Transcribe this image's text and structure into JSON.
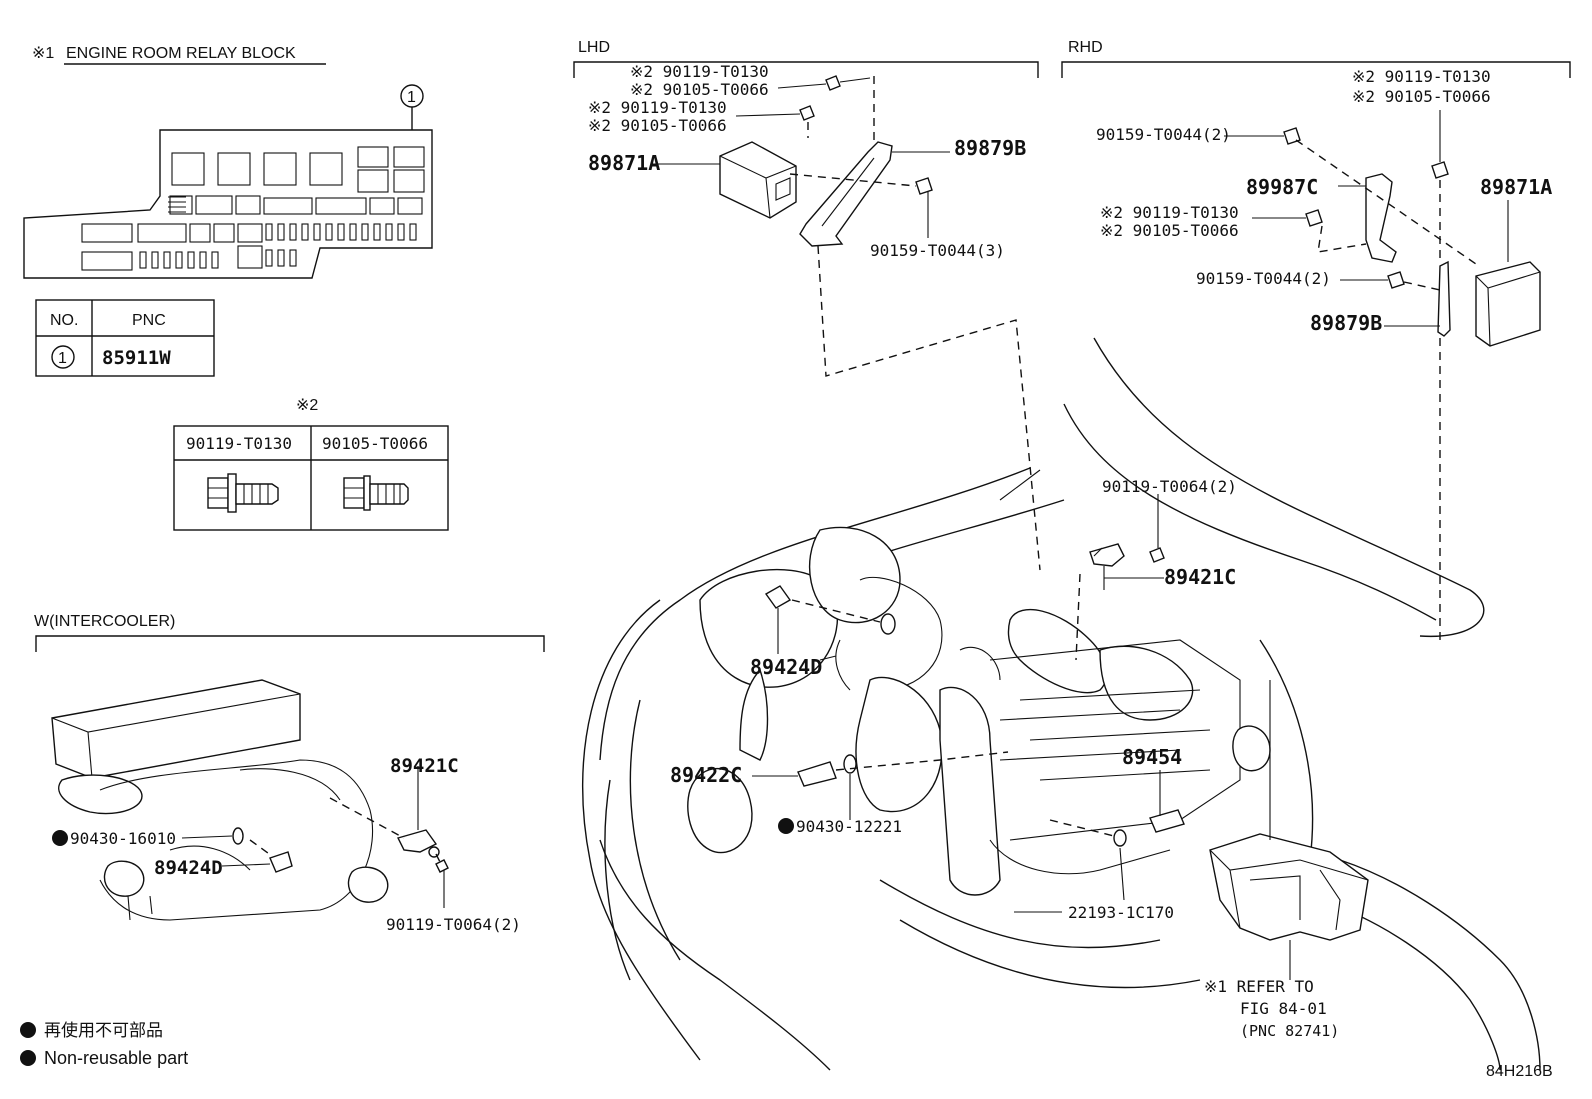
{
  "relay_block": {
    "title_mark": "※1",
    "title": "ENGINE ROOM RELAY BLOCK",
    "callout": "1",
    "table_headers": [
      "NO.",
      "PNC"
    ],
    "table_row": {
      "no": "1",
      "pnc": "85911W"
    }
  },
  "bolt_table": {
    "mark": "※2",
    "headers": [
      "90119-T0130",
      "90105-T0066"
    ]
  },
  "intercooler": {
    "title": "W(INTERCOOLER)",
    "labels": [
      "89421C",
      "90430-16010",
      "89424D",
      "90119-T0064(2)"
    ]
  },
  "legend": {
    "items": [
      "再使用不可部品",
      "Non-reusable part"
    ]
  },
  "lhd": {
    "title": "LHD",
    "labels": [
      "※2 90119-T0130",
      "※2 90105-T0066",
      "※2 90119-T0130",
      "※2 90105-T0066",
      "89871A",
      "89879B",
      "90159-T0044(3)"
    ]
  },
  "rhd": {
    "title": "RHD",
    "labels": [
      "※2 90119-T0130",
      "※2 90105-T0066",
      "90159-T0044(2)",
      "89987C",
      "89871A",
      "※2 90119-T0130",
      "※2 90105-T0066",
      "90159-T0044(2)",
      "89879B"
    ]
  },
  "engine": {
    "labels": [
      "90119-T0064(2)",
      "89421C",
      "89424D",
      "89422C",
      "90430-12221",
      "89454",
      "22193-1C170"
    ],
    "refer": [
      "※1 REFER TO",
      "FIG 84-01",
      "(PNC 82741)"
    ]
  },
  "figure_code": "84H216B"
}
